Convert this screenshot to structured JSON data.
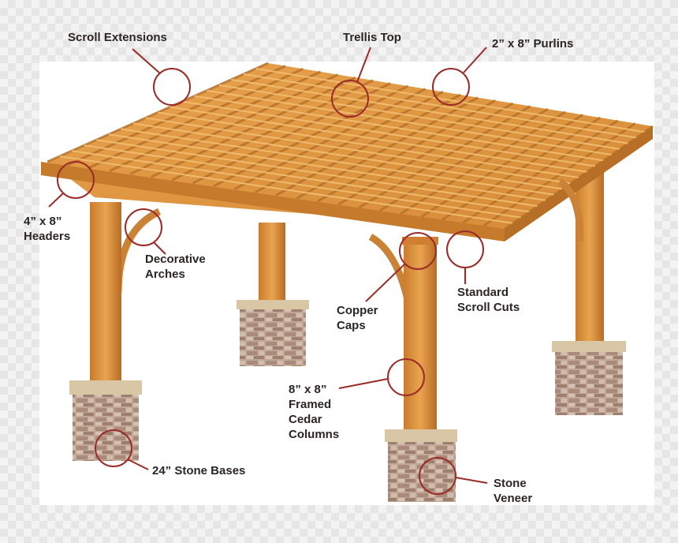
{
  "labels": {
    "scroll_extensions": "Scroll Extensions",
    "trellis_top": "Trellis Top",
    "purlins": "2” x 8” Purlins",
    "headers": "4” x 8”\nHeaders",
    "decorative_arches": "Decorative\nArches",
    "copper_caps": "Copper\nCaps",
    "standard_scroll_cuts": "Standard\nScroll Cuts",
    "columns": "8” x 8”\nFramed\nCedar\nColumns",
    "stone_bases": "24” Stone Bases",
    "stone_veneer": "Stone\nVeneer"
  },
  "colors": {
    "callout": "#9b2b28",
    "wood_light": "#e8a04e",
    "wood_mid": "#cf8434",
    "wood_dark": "#a86222",
    "stone": "#b99d8d",
    "stone_cap": "#d8c6a4",
    "text": "#2b2523"
  }
}
